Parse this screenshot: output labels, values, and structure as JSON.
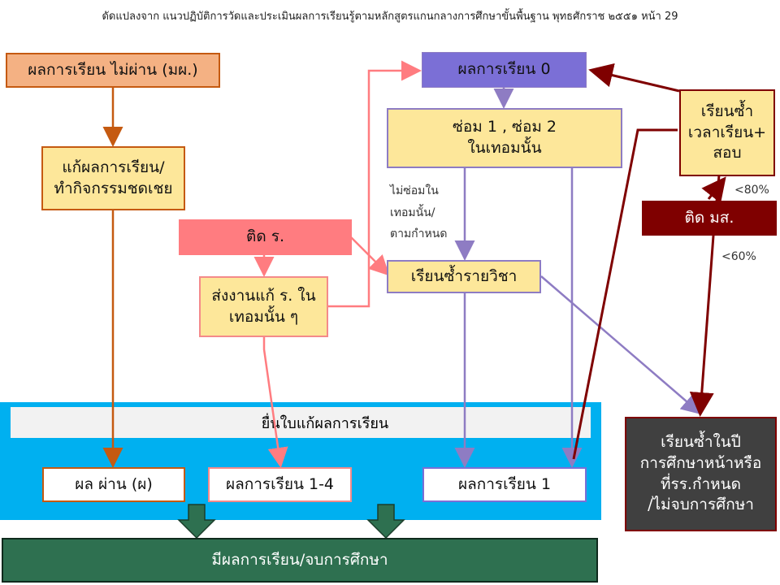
{
  "caption": "ดัดแปลงจาก แนวปฏิบัติการวัดและประเมินผลการเรียนรู้ตามหลักสูตรแกนกลางการศึกษาขั้นพื้นฐาน พุทธศักราช ๒๕๕๑ หน้า 29",
  "nodes": {
    "fail_result": "ผลการเรียน ไม่ผ่าน (มผ.)",
    "remedy_activity": [
      "แก้ผลการเรียน/",
      "ทำกิจกรรมชดเชย"
    ],
    "incomplete_r": "ติด ร.",
    "submit_work": [
      "ส่งงานแก้ ร. ใน",
      "เทอมนั้น ๆ"
    ],
    "grade_zero": "ผลการเรียน 0",
    "repair": [
      "ซ่อม 1 , ซ่อม 2",
      "ในเทอมนั้น"
    ],
    "not_repaired_note": [
      "ไม่ซ่อมใน",
      "เทอมนั้น/",
      "ตามกำหนด"
    ],
    "retake_subject": "เรียนซ้ำรายวิชา",
    "retake_time": [
      "เรียนซ้ำ",
      "เวลาเรียน+",
      "สอบ"
    ],
    "incomplete_ms": "ติด มส.",
    "lt80": "<80%",
    "lt60": "<60%",
    "repeat_year": [
      "เรียนซ้ำในปี",
      "การศึกษาหน้าหรือ",
      "ที่รร.กำหนด",
      "/ไม่จบการศึกษา"
    ],
    "submit_form": "ยื่นใบแก้ผลการเรียน",
    "pass_result": "ผล ผ่าน (ผ)",
    "grade_1_4": "ผลการเรียน 1-4",
    "grade_1": "ผลการเรียน 1",
    "final": "มีผลการเรียน/จบการศึกษา"
  },
  "colors": {
    "orange_fill": "#f4b183",
    "orange_border": "#c55a11",
    "pink": "#ff7c80",
    "purple": "#7b6fd6",
    "purple_line": "#8e7cc3",
    "dark_red": "#7f0000",
    "gray_dark": "#404040",
    "green": "#2e7050",
    "band_blue": "#00b0f0"
  }
}
